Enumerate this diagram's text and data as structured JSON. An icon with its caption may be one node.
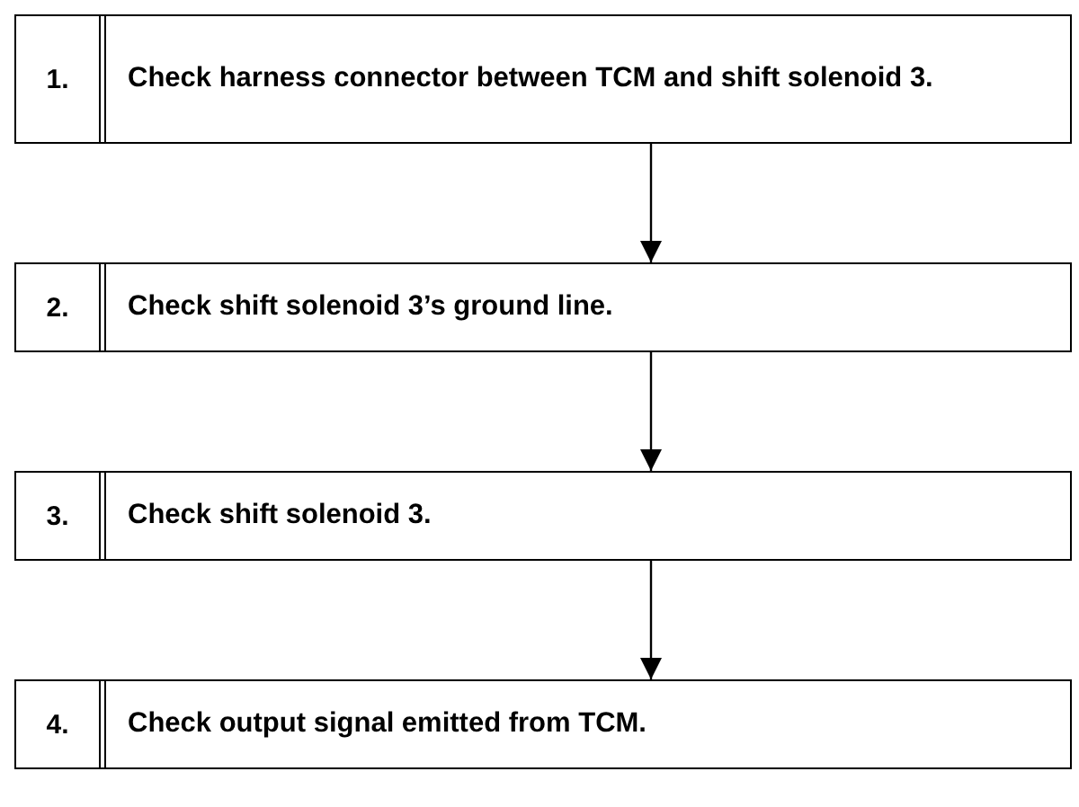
{
  "diagram": {
    "nodes": [
      {
        "text": [
          "1.",
          "Check harness connector between TCM and shift solenoid 3."
        ]
      },
      {
        "text": [
          "2.",
          "Check shift solenoid 3’s ground line."
        ]
      },
      {
        "text": [
          "3.",
          "Check shift solenoid 3."
        ]
      },
      {
        "text": [
          "4.",
          "Check output signal emitted from TCM."
        ]
      }
    ],
    "edges": [
      {
        "from": 0,
        "to": 1,
        "arrow": "to"
      },
      {
        "from": 1,
        "to": 2,
        "arrow": "to"
      },
      {
        "from": 2,
        "to": 3,
        "arrow": "to"
      }
    ]
  }
}
